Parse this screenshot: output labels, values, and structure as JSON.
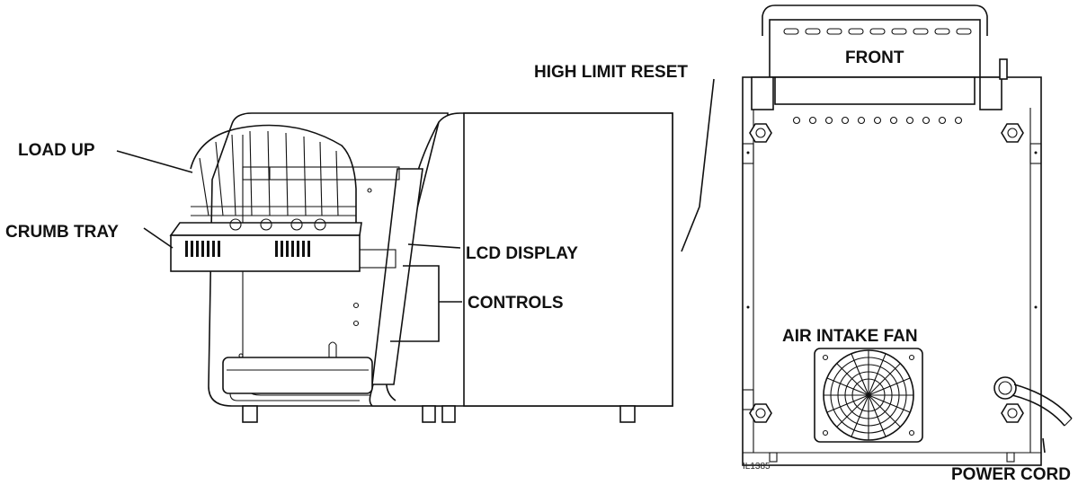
{
  "labels": {
    "load_up": "LOAD UP",
    "crumb_tray": "CRUMB TRAY",
    "high_limit_reset": "HIGH LIMIT RESET",
    "lcd_display": "LCD DISPLAY",
    "controls": "CONTROLS",
    "front": "FRONT",
    "air_intake_fan": "AIR INTAKE FAN",
    "power_cord": "POWER CORD",
    "figure_id": "IL1385"
  },
  "colors": {
    "line": "#111111",
    "background": "#ffffff"
  }
}
